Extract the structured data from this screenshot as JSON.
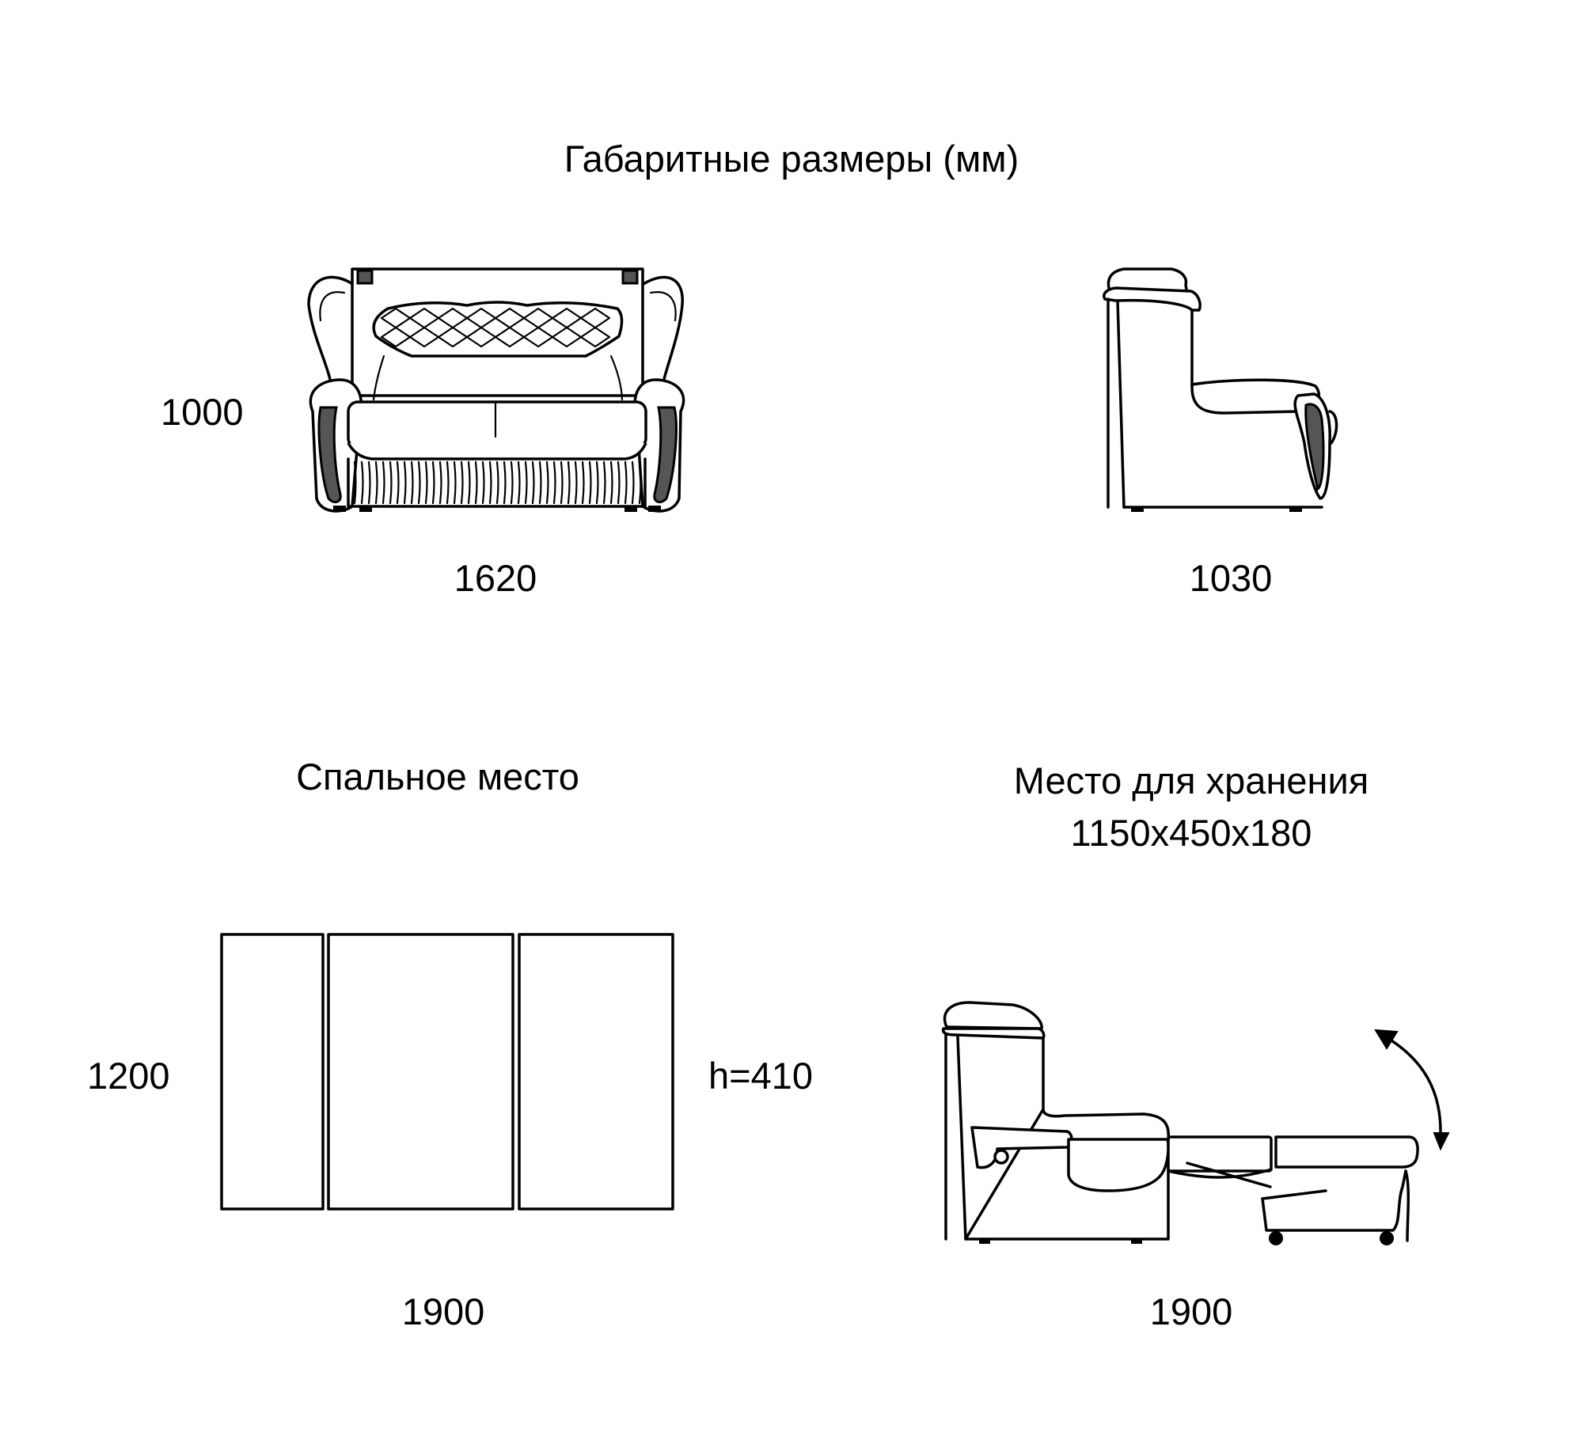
{
  "title": "Габаритные размеры (мм)",
  "front_view": {
    "width": "1620",
    "height": "1000"
  },
  "side_view": {
    "depth": "1030"
  },
  "sleeping_place": {
    "heading": "Спальное место",
    "length": "1900",
    "width": "1200",
    "height": "h=410"
  },
  "storage": {
    "heading": "Место для хранения",
    "size": "1150x450x180",
    "unfolded_length": "1900"
  }
}
